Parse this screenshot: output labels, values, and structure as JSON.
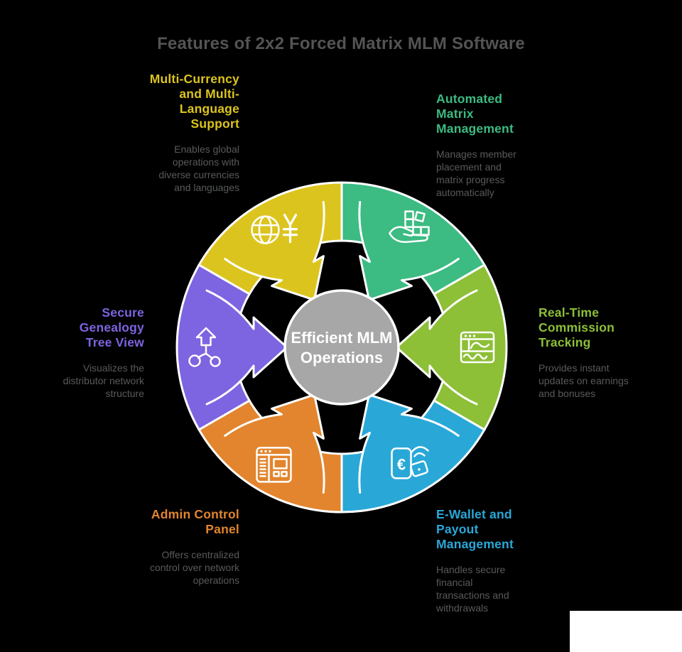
{
  "title": {
    "text": "Features of 2x2 Forced Matrix MLM Software",
    "color": "#545454"
  },
  "background_color": "#000000",
  "desc_color": "#585a5c",
  "center": {
    "label": "Efficient MLM\nOperations",
    "circle_color": "#a7a7a7",
    "text_color": "#ffffff"
  },
  "features": [
    {
      "id": "multi-currency-multi-language",
      "name": "Multi-Currency\nand Multi-\nLanguage\nSupport",
      "description": "Enables global\noperations with\ndiverse currencies\nand languages",
      "color": "#dcc41e",
      "icon": "globe-yen-icon",
      "position": "top-left"
    },
    {
      "id": "automated-matrix-management",
      "name": "Automated\nMatrix\nManagement",
      "description": "Manages member\nplacement and\nmatrix progress\nautomatically",
      "color": "#3cbb82",
      "icon": "hand-blocks-icon",
      "position": "top-right"
    },
    {
      "id": "realtime-commission-tracking",
      "name": "Real-Time\nCommission\nTracking",
      "description": "Provides instant\nupdates on earnings\nand bonuses",
      "color": "#8dbf37",
      "icon": "analytics-window-icon",
      "position": "right"
    },
    {
      "id": "ewallet-payout-management",
      "name": "E-Wallet and\nPayout\nManagement",
      "description": "Handles secure\nfinancial\ntransactions and\nwithdrawals",
      "color": "#29a8d8",
      "icon": "phone-payment-icon",
      "position": "bottom-right"
    },
    {
      "id": "admin-control-panel",
      "name": "Admin Control\nPanel",
      "description": "Offers centralized\ncontrol over network\noperations",
      "color": "#e2852e",
      "icon": "admin-window-icon",
      "position": "bottom-left"
    },
    {
      "id": "secure-genealogy-tree-view",
      "name": "Secure\nGenealogy\nTree View",
      "description": "Visualizes the\ndistributor network\nstructure",
      "color": "#7d64e0",
      "icon": "genealogy-tree-icon",
      "position": "left"
    }
  ],
  "watermark_box_color": "#ffffff"
}
